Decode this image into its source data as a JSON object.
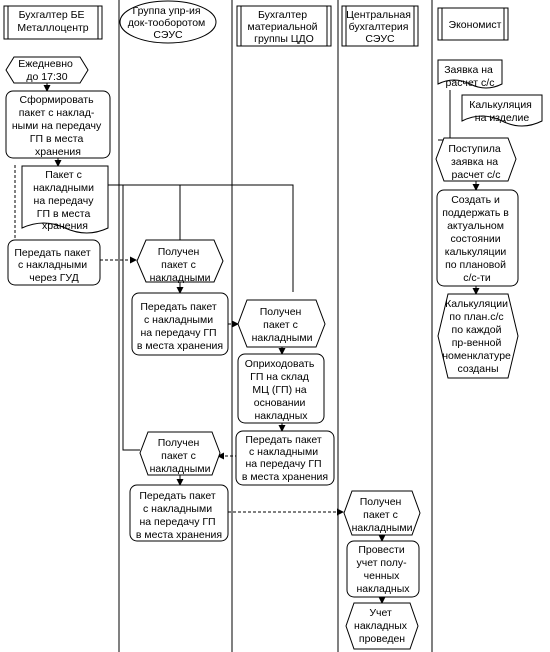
{
  "lanes": [
    {
      "title_lines": [
        "Бухгалтер БЕ",
        "Металлоцентр"
      ]
    },
    {
      "title_lines": [
        "Группа упр-ия",
        "док-тооборотом",
        "СЭУС"
      ]
    },
    {
      "title_lines": [
        "Бухгалтер",
        "материальной",
        "группы ЦДО"
      ]
    },
    {
      "title_lines": [
        "Центральная",
        "бухгалтерия",
        "СЭУС"
      ]
    },
    {
      "title_lines": [
        "Экономист"
      ]
    }
  ],
  "nodes": {
    "daily": [
      "Ежедневно",
      "до 17:30"
    ],
    "form_package": [
      "Сформировать",
      "пакет с наклад-",
      "ными на передачу",
      "ГП в места",
      "хранения"
    ],
    "package_doc": [
      "Пакет с",
      "накладными",
      "на передачу",
      "ГП в места",
      "хранения"
    ],
    "send_gud": [
      "Передать пакет",
      "с накладными",
      "через ГУД"
    ],
    "received_l2a": [
      "Получен",
      "пакет с",
      "накладными"
    ],
    "transfer_l2a": [
      "Передать пакет",
      "с накладными",
      "на передачу ГП",
      "в места хранения"
    ],
    "received_l3": [
      "Получен",
      "пакет с",
      "накладными"
    ],
    "post_mc": [
      "Оприходовать",
      "ГП на склад",
      "МЦ (ГП) на",
      "основании",
      "накладных"
    ],
    "transfer_l3": [
      "Передать пакет",
      "с накладными",
      "на передачу ГП",
      "в места хранения"
    ],
    "received_l2b": [
      "Получен",
      "пакет с",
      "накладными"
    ],
    "transfer_l2b": [
      "Передать пакет",
      "с накладными",
      "на передачу ГП",
      "в места хранения"
    ],
    "received_l4": [
      "Получен",
      "пакет с",
      "накладными"
    ],
    "account_inv": [
      "Провести",
      "учет полу-",
      "ченных",
      "накладных"
    ],
    "inv_done": [
      "Учет",
      "накладных",
      "проведен"
    ],
    "calc_request": [
      "Заявка на",
      "расчет с/с"
    ],
    "calc_item": [
      "Калькуляция",
      "на изделие"
    ],
    "request_received": [
      "Поступила",
      "заявка на",
      "расчет с/с"
    ],
    "maintain_calc": [
      "Создать и",
      "поддержать в",
      "актуальном",
      "состоянии",
      "калькуляции",
      "по плановой",
      "с/с-ти"
    ],
    "calc_created": [
      "Калькуляции",
      "по план.с/с",
      "по каждой",
      "пр-венной",
      "номенклатуре",
      "созданы"
    ]
  }
}
